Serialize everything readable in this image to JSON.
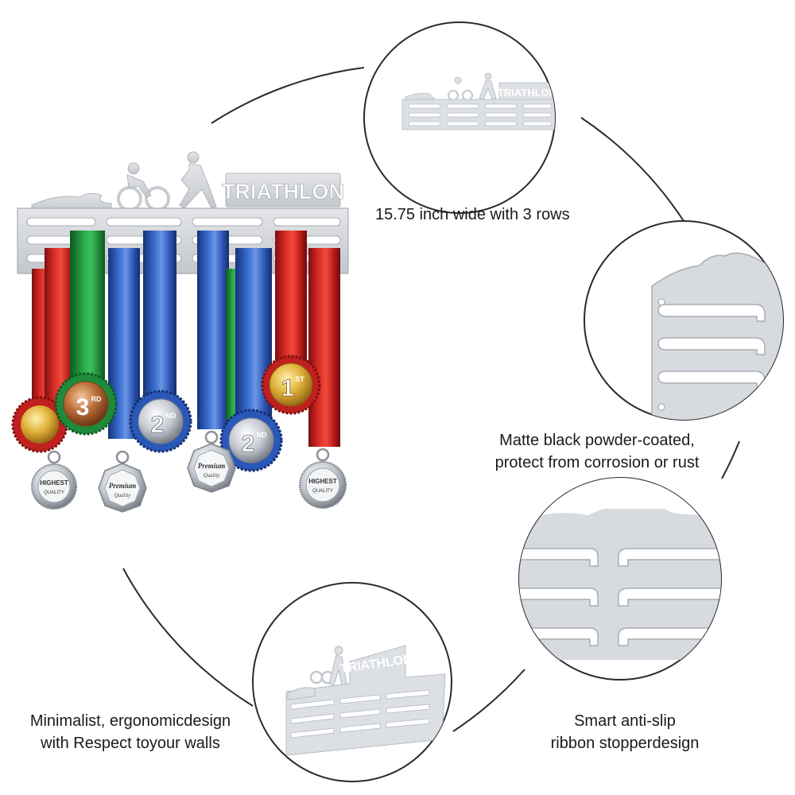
{
  "main_rack": {
    "title": "TRIATHLON",
    "medals": {
      "third": "3",
      "third_suffix": "RD",
      "second": "2",
      "second_suffix": "ND",
      "first": "1",
      "first_suffix": "ST",
      "tag_highest": "HIGHEST",
      "tag_quality": "QUALITY",
      "tag_premium": "Premium",
      "tag_quality_script": "Quality"
    }
  },
  "features": [
    {
      "lines": [
        "15.75 inch wide with 3 rows"
      ],
      "detail_title": "TRIATHLON"
    },
    {
      "lines": [
        "Matte black powder-coated,",
        "protect from corrosion or rust"
      ]
    },
    {
      "lines": [
        "Smart anti-slip",
        "ribbon stopperdesign"
      ]
    },
    {
      "lines": [
        "Minimalist, ergonomicdesign",
        "with Respect toyour walls"
      ],
      "detail_title": "TRIATHLON"
    }
  ],
  "colors": {
    "rack_silver": "#d3d6da",
    "circle_stroke": "#2b2b2b",
    "ribbon_red": "#c0211f",
    "ribbon_green": "#1f8a3a",
    "ribbon_blue": "#2a58b8",
    "gold": "#d9a72a",
    "bronze": "#b06a35",
    "silver": "#b9bec6"
  }
}
